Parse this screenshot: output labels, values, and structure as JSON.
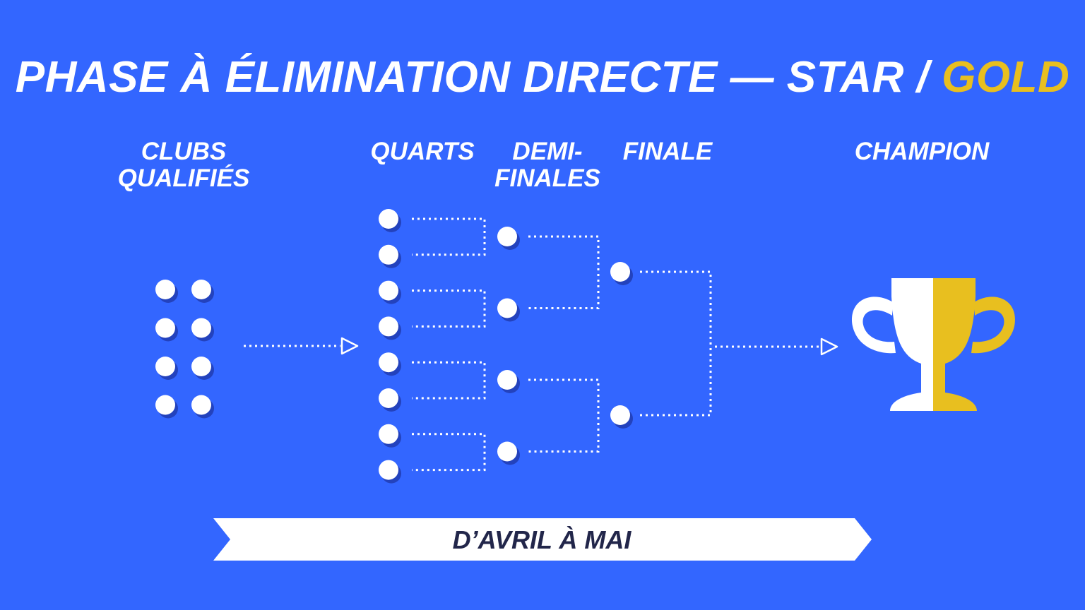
{
  "title": {
    "main": "PHASE À ÉLIMINATION DIRECTE — STAR / ",
    "highlight": "GOLD"
  },
  "columns": {
    "clubs": [
      "CLUBS",
      "QUALIFIÉS"
    ],
    "quarters": "QUARTS",
    "semis": [
      "DEMI-",
      "FINALES"
    ],
    "final": "FINALE",
    "champion": "CHAMPION"
  },
  "period": "D’AVRIL À MAI",
  "bracket": {
    "clubs": 8,
    "quarter_slots": 8,
    "semi_slots": 4,
    "final_slots": 2
  },
  "colors": {
    "background": "#3366ff",
    "text": "#ffffff",
    "accent": "#e8bf1f",
    "banner_text": "#22264a",
    "dot_shadow": "#1c2f9a"
  },
  "icons": {
    "champion": "trophy-icon",
    "arrow": "arrow-right-icon"
  }
}
